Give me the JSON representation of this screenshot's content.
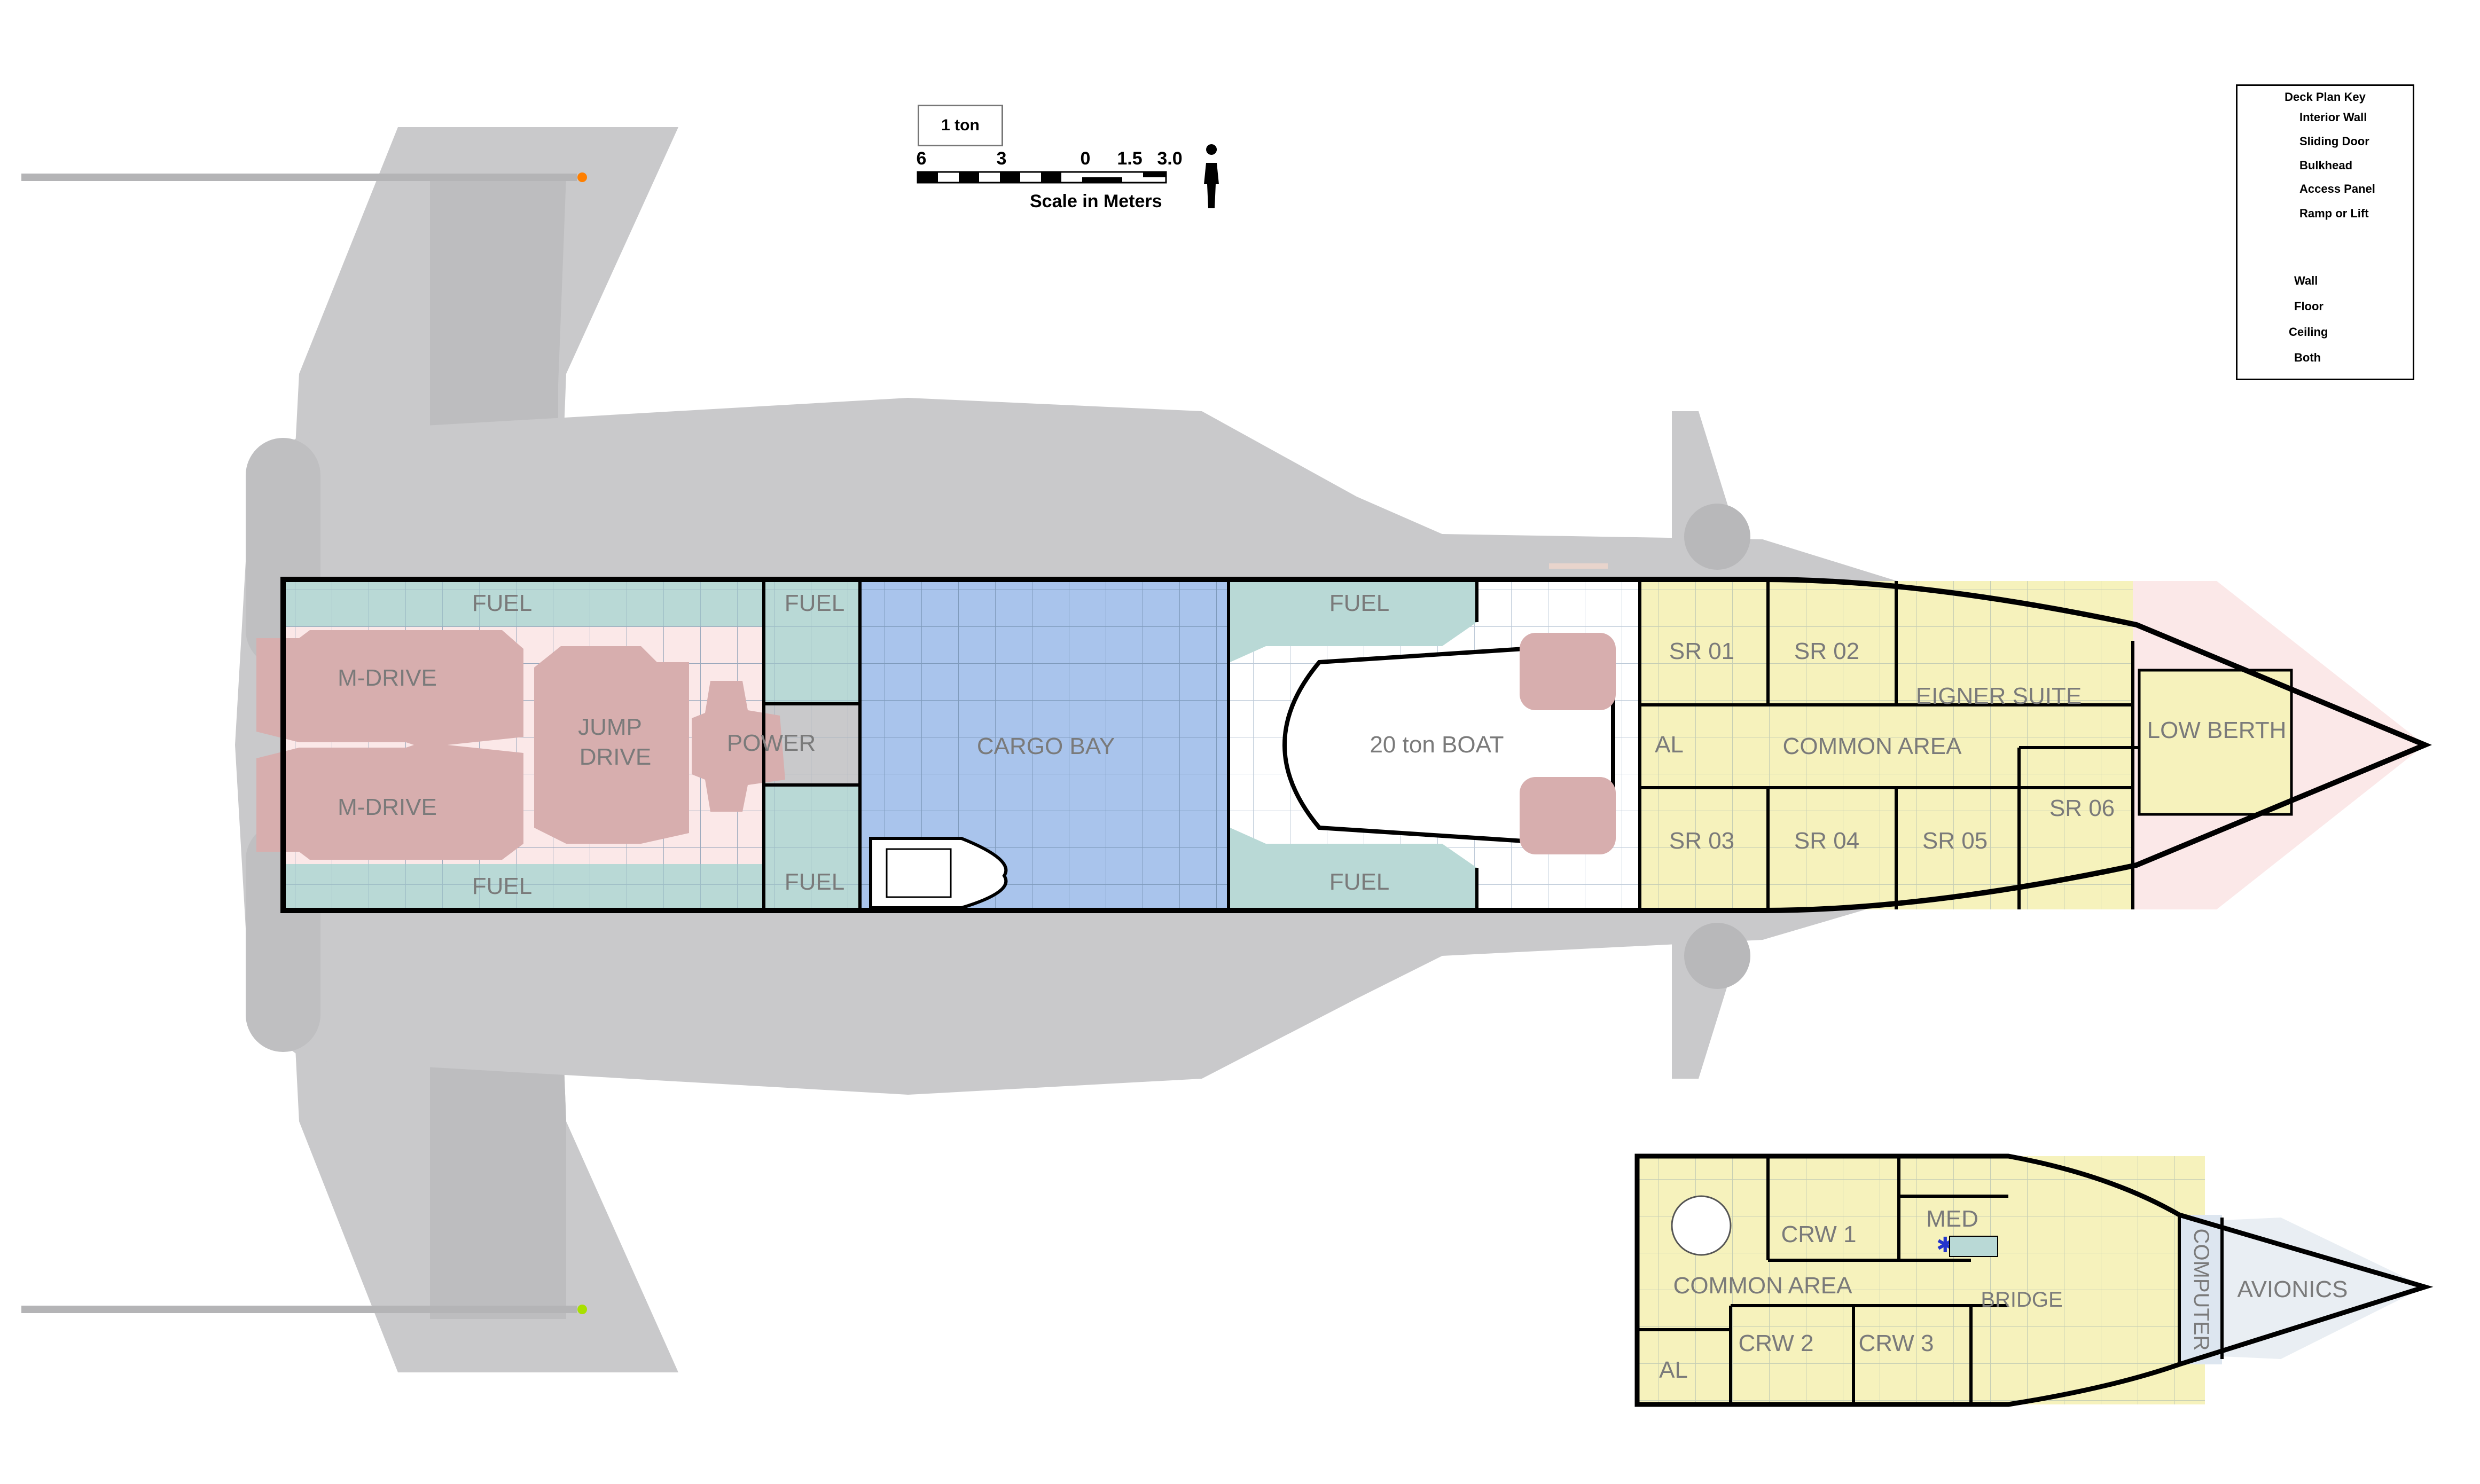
{
  "colors": {
    "hull": "#c9c9cb",
    "hull_dark": "#b4b4b6",
    "wall": "#000000",
    "fuel": "#b9d9d6",
    "drive": "#d7aeae",
    "engineering_floor": "#fbe8e8",
    "cargo": "#a9c4ec",
    "hangar": "#ffffff",
    "staterooms": "#f6f2bc",
    "computer": "#dde6f0",
    "avionics": "#e9eef3",
    "grid": "#6d8aa8"
  },
  "scale_box_label": "1 ton",
  "scale": {
    "ticks": [
      "6",
      "3",
      "0",
      "1.5",
      "3.0"
    ],
    "caption": "Scale in Meters"
  },
  "key": {
    "title": "Deck Plan Key",
    "items": [
      "Interior Wall",
      "Sliding Door",
      "Bulkhead",
      "Access Panel",
      "Ramp or Lift"
    ],
    "iris_labels": [
      "Wall",
      "Floor",
      "Ceiling",
      "Both"
    ]
  },
  "main_deck": {
    "fuel_top_aft": "FUEL",
    "fuel_bottom_aft": "FUEL",
    "fuel_top_mid": "FUEL",
    "fuel_bottom_mid": "FUEL",
    "fuel_top_fwd": "FUEL",
    "fuel_bottom_fwd": "FUEL",
    "m_drive_top": "M-DRIVE",
    "m_drive_bottom": "M-DRIVE",
    "jump_drive_1": "JUMP",
    "jump_drive_2": "DRIVE",
    "power": "POWER",
    "cargo_bay": "CARGO BAY",
    "boat": "20 ton BOAT",
    "airlock": "AL",
    "common_area": "COMMON AREA",
    "sr01": "SR 01",
    "sr02": "SR 02",
    "owner_suite": "EIGNER SUITE",
    "sr03": "SR 03",
    "sr04": "SR 04",
    "sr05": "SR 05",
    "sr06": "SR 06",
    "low_berth": "LOW BERTH"
  },
  "upper_deck": {
    "common_area": "COMMON AREA",
    "crw1": "CRW 1",
    "med": "MED",
    "bridge": "BRIDGE",
    "computer": "COMPUTER",
    "avionics": "AVIONICS",
    "crw2": "CRW 2",
    "crw3": "CRW 3",
    "airlock": "AL"
  }
}
